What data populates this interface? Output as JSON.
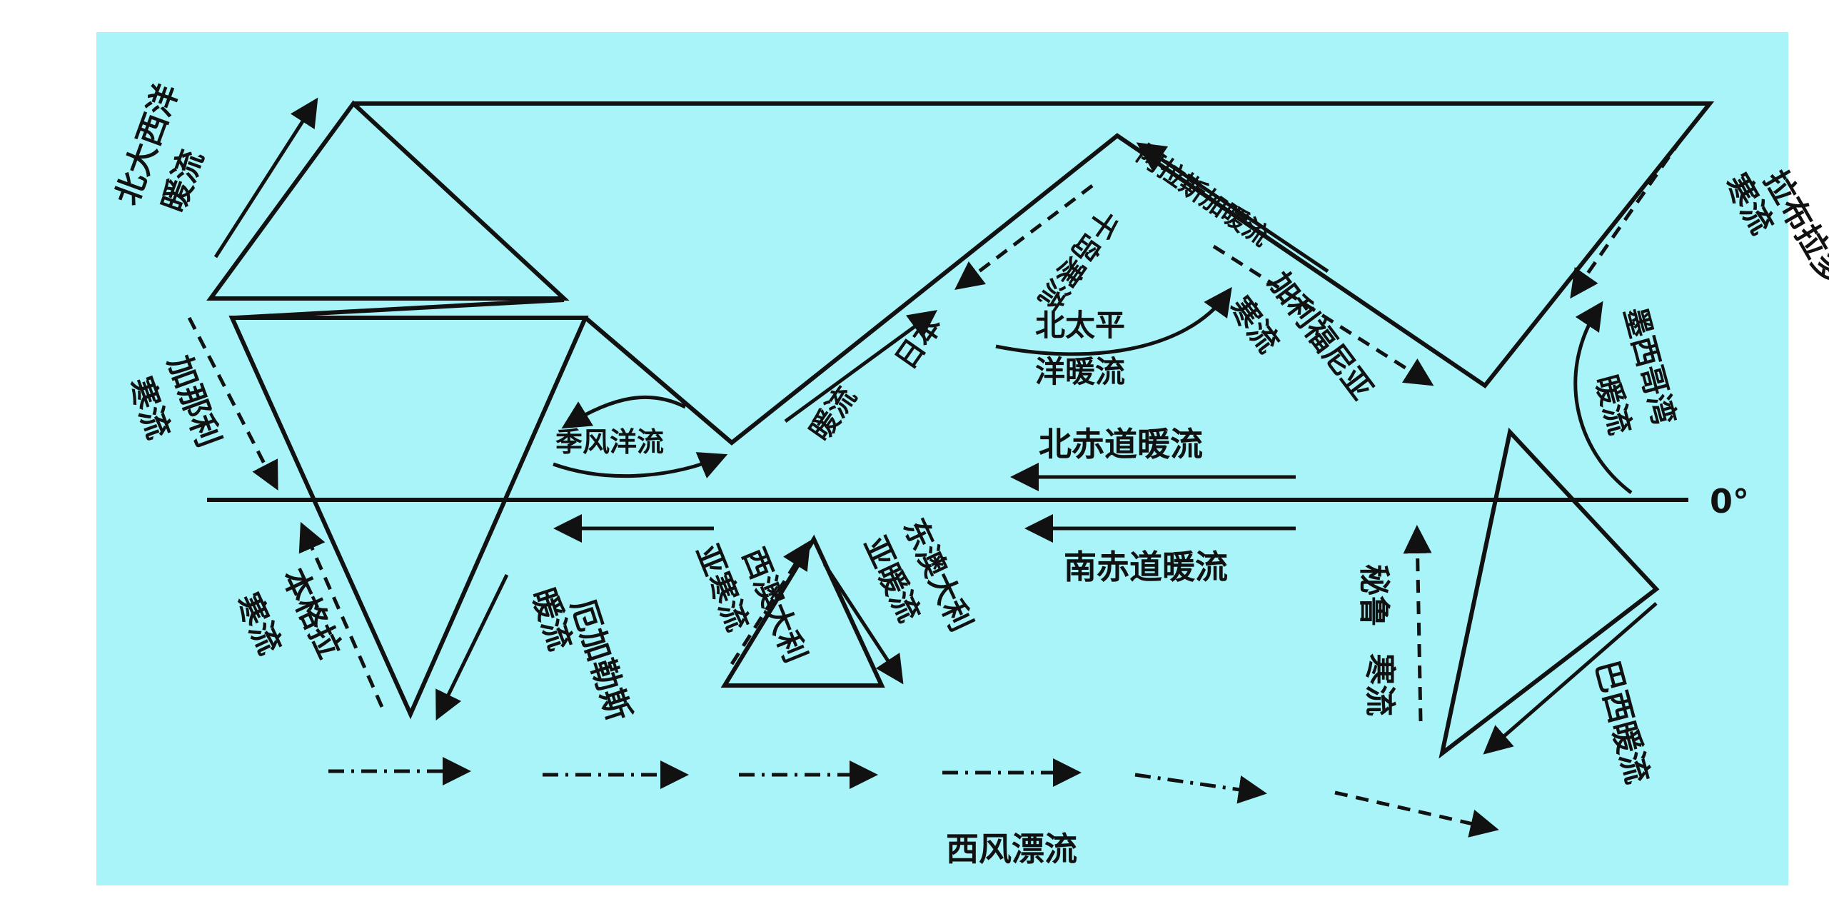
{
  "labels": {
    "north_atlantic": [
      "北大西洋",
      "暖流"
    ],
    "canary": [
      "加那利",
      "寒流"
    ],
    "monsoon": "季风洋流",
    "benguela": [
      "本格拉",
      "寒流"
    ],
    "agulhas": [
      "厄加勒斯",
      "暖流"
    ],
    "west_australia": [
      "西澳大利",
      "亚寒流"
    ],
    "east_australia": [
      "东澳大利",
      "亚暖流"
    ],
    "kuroshio": [
      "日本",
      "暖流"
    ],
    "oyashio": [
      "千岛寒流"
    ],
    "north_pacific": [
      "北太平",
      "洋暖流"
    ],
    "alaska": "阿拉斯加暖流",
    "california": [
      "加利福尼亚",
      "寒流"
    ],
    "labrador": [
      "拉布拉多",
      "寒流"
    ],
    "gulf": [
      "墨西哥湾",
      "暖流"
    ],
    "north_equatorial": "北赤道暖流",
    "south_equatorial": "南赤道暖流",
    "peru": [
      "秘鲁",
      "寒流"
    ],
    "brazil": [
      "巴西暖流"
    ],
    "west_wind_drift": "西风漂流",
    "equator": "0°"
  },
  "colors": {
    "ocean": "#a8f4f8",
    "line": "#111111"
  }
}
